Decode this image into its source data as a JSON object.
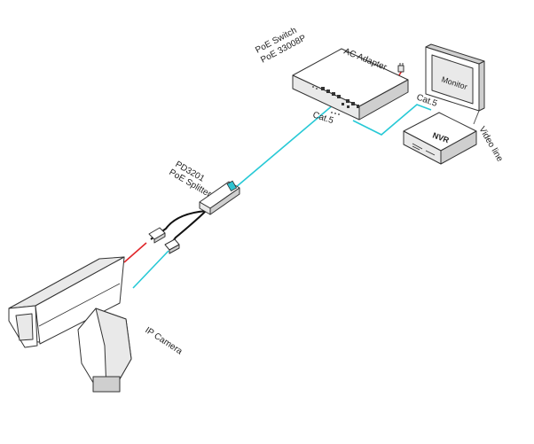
{
  "labels": {
    "poe_switch_line1": "PoE  Switch",
    "poe_switch_line2": "PoE 33008P",
    "ac_adapter": "AC Adapter",
    "cat5_switch": "Cat.5",
    "cat5_nvr": "Cat.5",
    "monitor": "Monitor",
    "nvr": "NVR",
    "video_line": "Video line",
    "splitter_line1": "PD3201",
    "splitter_line2": "PoE Splitter",
    "ip_camera": "IP Camera"
  },
  "colors": {
    "network_cable": "#27c9d6",
    "power_cable": "#e0262a",
    "dc_cable": "#111111"
  }
}
